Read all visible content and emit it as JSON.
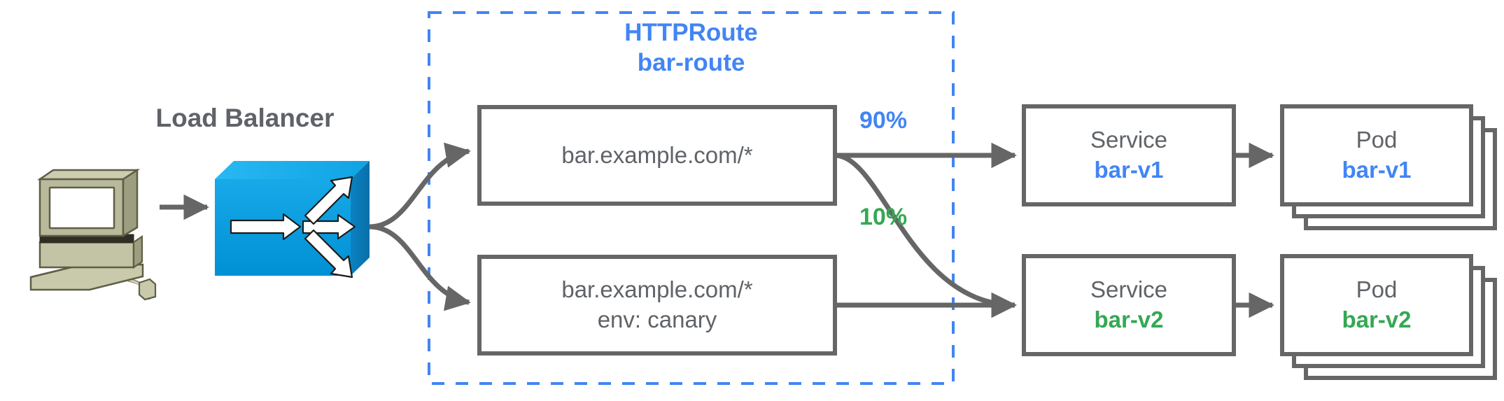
{
  "diagram": {
    "title_client": "Load Balancer",
    "group": {
      "kind": "HTTPRoute",
      "name": "bar-route",
      "border_color": "#4285f4",
      "style": "dashed"
    },
    "colors": {
      "blue": "#4285f4",
      "green": "#34a853",
      "gray": "#5f6368",
      "stroke": "#666666",
      "lb_blue": "#0a9ce0",
      "computer_beige": "#b5b595"
    },
    "nodes": {
      "client": {
        "icon": "desktop-computer-icon",
        "label": ""
      },
      "load_balancer": {
        "icon": "load-balancer-icon",
        "label": "Load Balancer"
      },
      "rules": [
        {
          "id": "rule-1",
          "lines": [
            "bar.example.com/*"
          ]
        },
        {
          "id": "rule-2",
          "lines": [
            "bar.example.com/*",
            "env: canary"
          ]
        }
      ],
      "services": [
        {
          "id": "service-bar-v1",
          "kind": "Service",
          "name": "bar-v1",
          "color": "#4285f4"
        },
        {
          "id": "service-bar-v2",
          "kind": "Service",
          "name": "bar-v2",
          "color": "#34a853"
        }
      ],
      "pods": [
        {
          "id": "pod-bar-v1",
          "kind": "Pod",
          "name": "bar-v1",
          "color": "#4285f4",
          "replicas": 3
        },
        {
          "id": "pod-bar-v2",
          "kind": "Pod",
          "name": "bar-v2",
          "color": "#34a853",
          "replicas": 3
        }
      ]
    },
    "edges": [
      {
        "from": "client",
        "to": "load_balancer",
        "label": ""
      },
      {
        "from": "load_balancer",
        "to": "rule-1",
        "label": ""
      },
      {
        "from": "load_balancer",
        "to": "rule-2",
        "label": ""
      },
      {
        "from": "rule-1",
        "to": "service-bar-v1",
        "label": "90%",
        "label_color": "#4285f4"
      },
      {
        "from": "rule-1",
        "to": "service-bar-v2",
        "label": "10%",
        "label_color": "#34a853"
      },
      {
        "from": "rule-2",
        "to": "service-bar-v2",
        "label": ""
      },
      {
        "from": "service-bar-v1",
        "to": "pod-bar-v1",
        "label": ""
      },
      {
        "from": "service-bar-v2",
        "to": "pod-bar-v2",
        "label": ""
      }
    ],
    "weights": {
      "primary": "90%",
      "canary": "10%"
    }
  }
}
